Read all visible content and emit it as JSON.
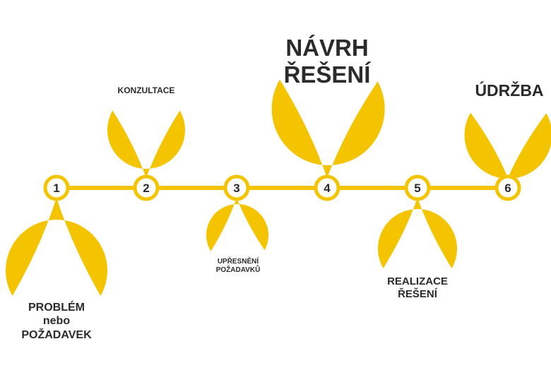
{
  "colors": {
    "accent": "#F5C400",
    "text": "#2b2b2b",
    "fill": "#ffffff"
  },
  "steps": [
    {
      "number": "1",
      "label": "PROBLÉM\nnebo\nPOŽADAVEK"
    },
    {
      "number": "2",
      "label": "KONZULTACE"
    },
    {
      "number": "3",
      "label": "UPŘESNĚNÍ\nPOŽADAVKŮ"
    },
    {
      "number": "4",
      "label": "NÁVRH\nŘEŠENÍ"
    },
    {
      "number": "5",
      "label": "REALIZACE\nŘEŠENÍ"
    },
    {
      "number": "6",
      "label": "ÚDRŽBA"
    }
  ]
}
